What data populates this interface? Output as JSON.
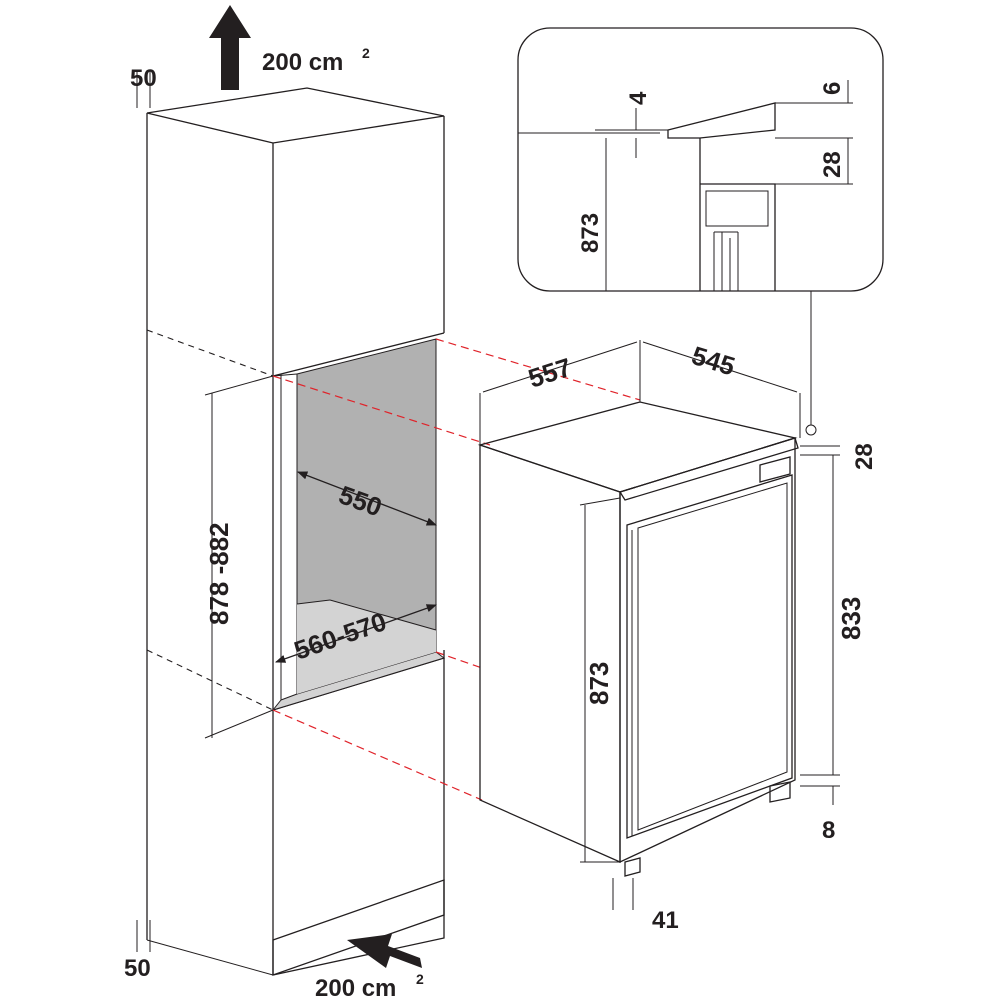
{
  "labels": {
    "vent_top": "200 cm",
    "vent_bottom": "200 cm",
    "vent_exponent": "2",
    "gap_top": "50",
    "gap_bottom": "50",
    "niche_height": "878 -882",
    "niche_depth": "550",
    "niche_width": "560-570",
    "appliance_width": "557",
    "appliance_depth": "545",
    "appliance_top_gap": "28",
    "appliance_height_right": "833",
    "appliance_height_left": "873",
    "appliance_bottom": "8",
    "appliance_foot": "41",
    "detail_height": "873",
    "detail_4": "4",
    "detail_6": "6",
    "detail_28": "28"
  },
  "colors": {
    "ink": "#231f20",
    "niche_fill": "#b1b1b1",
    "niche_floor": "#d3d3d3",
    "alignment_lines": "#e0232a"
  }
}
